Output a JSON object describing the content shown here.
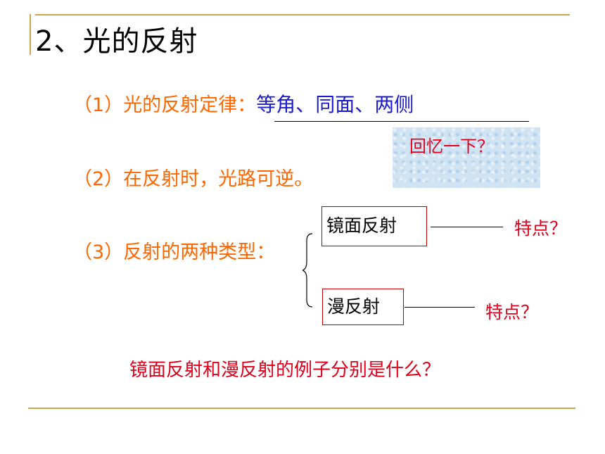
{
  "slide": {
    "title": "2、光的反射",
    "items": [
      {
        "label": "（1）光的反射定律：",
        "answer": "等角、同面、两侧"
      },
      {
        "label": "（2）在反射时，光路可逆。"
      },
      {
        "label": "（3）反射的两种类型："
      }
    ],
    "recall_box": {
      "text": "回忆一下？"
    },
    "types": [
      {
        "name": "镜面反射",
        "feature": "特点？"
      },
      {
        "name": "漫反射",
        "feature": "特点？"
      }
    ],
    "question": "镜面反射和漫反射的例子分别是什么？"
  },
  "colors": {
    "accent_line": "#c8a84e",
    "orange_text": "#ff6600",
    "blue_text": "#1a1ad6",
    "red_text": "#e0001b",
    "box_border": "#c00000",
    "recall_bg": "#cfe3f3"
  }
}
